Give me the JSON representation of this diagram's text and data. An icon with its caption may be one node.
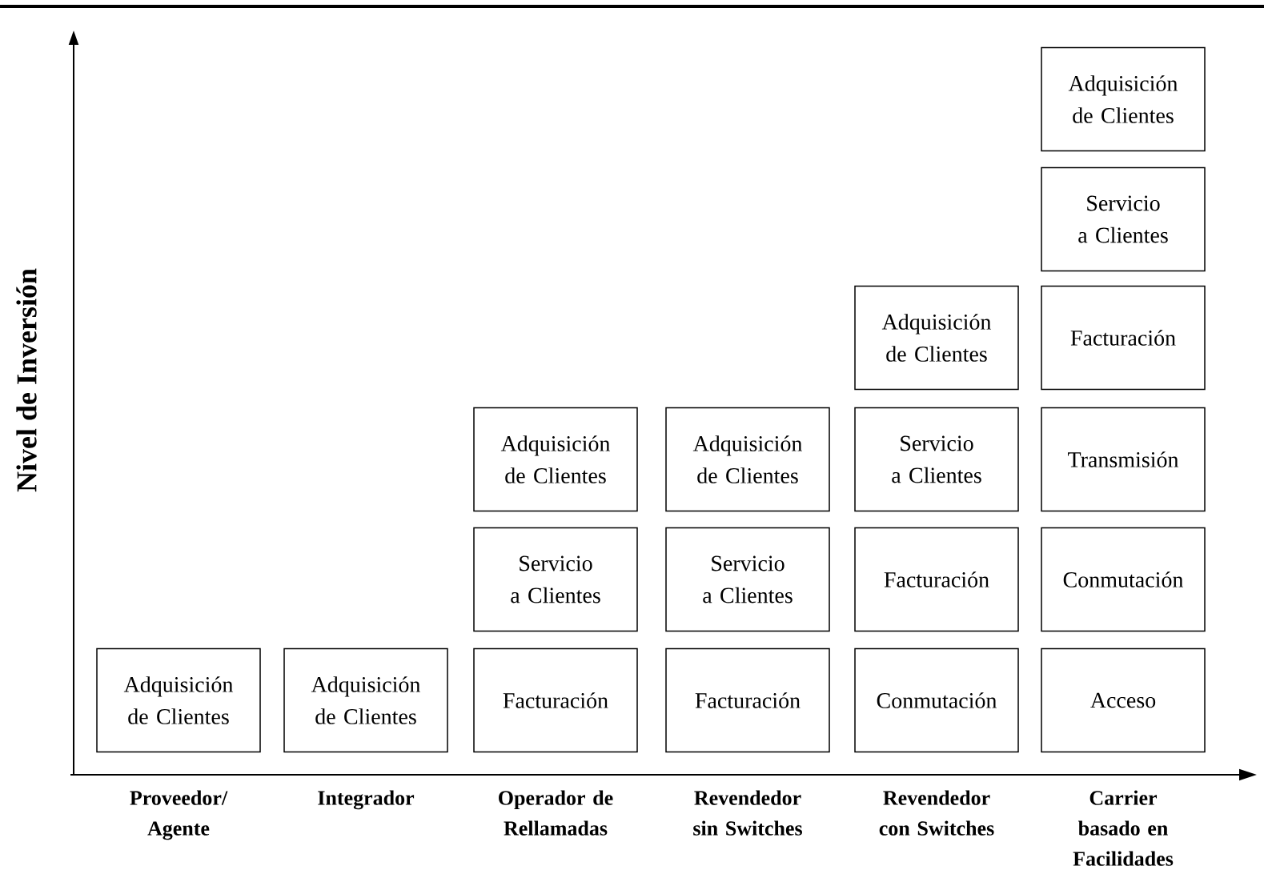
{
  "diagram": {
    "nodes": [
      {
        "text": [
          "Adquisición de Clientes"
        ]
      },
      {
        "text": [
          "Servicio a Clientes"
        ]
      },
      {
        "text": [
          "Adquisición de Clientes"
        ]
      },
      {
        "text": [
          "Facturación"
        ]
      },
      {
        "text": [
          "Adquisición de Clientes"
        ]
      },
      {
        "text": [
          "Adquisición de Clientes"
        ]
      },
      {
        "text": [
          "Servicio a Clientes"
        ]
      },
      {
        "text": [
          "Transmisión"
        ]
      },
      {
        "text": [
          "Servicio a Clientes"
        ]
      },
      {
        "text": [
          "Servicio a Clientes"
        ]
      },
      {
        "text": [
          "Facturación"
        ]
      },
      {
        "text": [
          "Conmutación"
        ]
      },
      {
        "text": [
          "Adquisición de Clientes"
        ]
      },
      {
        "text": [
          "Adquisición de Clientes"
        ]
      },
      {
        "text": [
          "Facturación"
        ]
      },
      {
        "text": [
          "Facturación"
        ]
      },
      {
        "text": [
          "Conmutación"
        ]
      },
      {
        "text": [
          "Acceso"
        ]
      }
    ],
    "labels": [
      "Nivel de Inversión",
      "Proveedor/ Agente",
      "Integrador",
      "Operador de Rellamadas",
      "Revendedor sin Switches",
      "Revendedor con Switches",
      "Carrier basado en Facilidades"
    ]
  }
}
